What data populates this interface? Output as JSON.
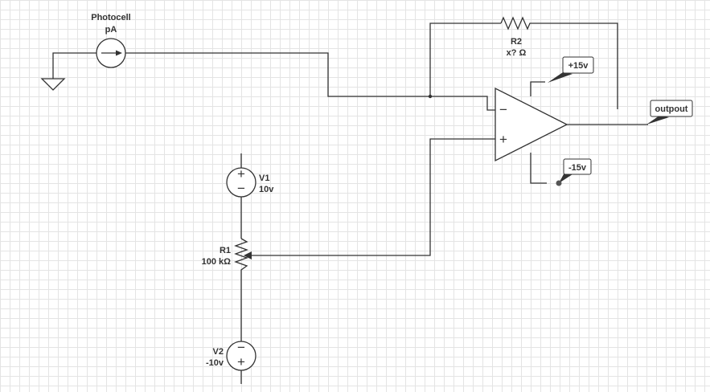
{
  "components": {
    "photocell": {
      "name": "Photocell",
      "value": "pA"
    },
    "r2": {
      "name": "R2",
      "value": "x? Ω"
    },
    "r1": {
      "name": "R1",
      "value": "100 kΩ"
    },
    "v1": {
      "name": "V1",
      "value": "10v"
    },
    "v2": {
      "name": "V2",
      "value": "-10v"
    }
  },
  "tags": {
    "pos_supply": "+15v",
    "neg_supply": "-15v",
    "output": "outpout"
  },
  "opamp": {
    "minus": "−",
    "plus": "+"
  },
  "sources": {
    "plus": "+",
    "minus": "−"
  }
}
